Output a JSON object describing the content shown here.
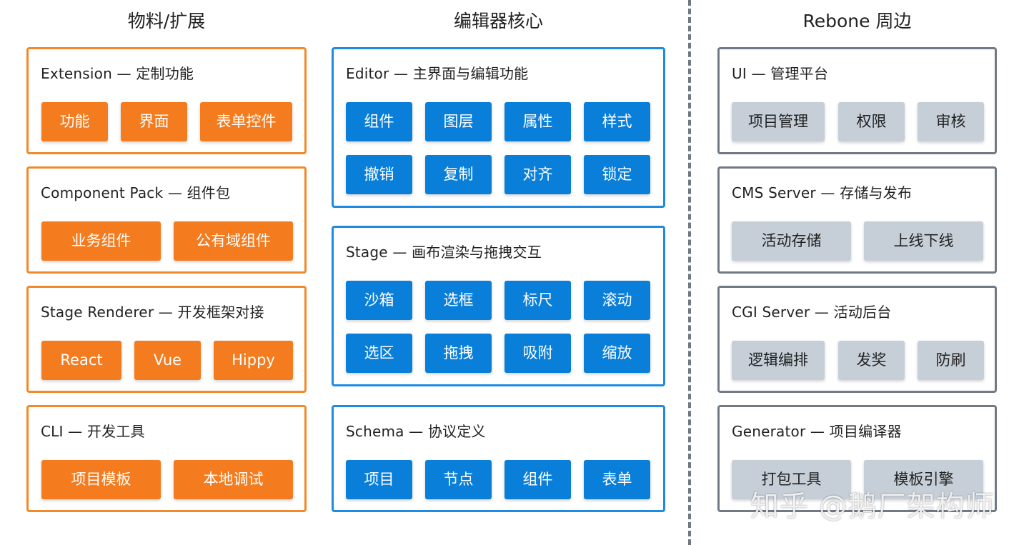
{
  "columns": [
    {
      "title": "物料/扩展"
    },
    {
      "title": "编辑器核心"
    },
    {
      "title": "Rebone 周边"
    }
  ],
  "materials": [
    {
      "title": "Extension — 定制功能",
      "chips": [
        "功能",
        "界面",
        "表单控件"
      ]
    },
    {
      "title": "Component Pack — 组件包",
      "chips": [
        "业务组件",
        "公有域组件"
      ]
    },
    {
      "title": "Stage Renderer — 开发框架对接",
      "chips": [
        "React",
        "Vue",
        "Hippy"
      ]
    },
    {
      "title": "CLI — 开发工具",
      "chips": [
        "项目模板",
        "本地调试"
      ]
    }
  ],
  "core": [
    {
      "title": "Editor — 主界面与编辑功能",
      "chips": [
        "组件",
        "图层",
        "属性",
        "样式",
        "撤销",
        "复制",
        "对齐",
        "锁定"
      ]
    },
    {
      "title": "Stage — 画布渲染与拖拽交互",
      "chips": [
        "沙箱",
        "选框",
        "标尺",
        "滚动",
        "选区",
        "拖拽",
        "吸附",
        "缩放"
      ]
    },
    {
      "title": "Schema — 协议定义",
      "chips": [
        "项目",
        "节点",
        "组件",
        "表单"
      ]
    }
  ],
  "periphery": [
    {
      "title": "UI — 管理平台",
      "chips": [
        "项目管理",
        "权限",
        "审核"
      ]
    },
    {
      "title": "CMS Server — 存储与发布",
      "chips": [
        "活动存储",
        "上线下线"
      ]
    },
    {
      "title": "CGI Server — 活动后台",
      "chips": [
        "逻辑编排",
        "发奖",
        "防刷"
      ]
    },
    {
      "title": "Generator — 项目编译器",
      "chips": [
        "打包工具",
        "模板引擎"
      ]
    }
  ],
  "watermark": "知乎 @鹅厂架构师",
  "colors": {
    "orange": "#f47b1e",
    "blue": "#0a7fd9",
    "gray": "#c6cfd8",
    "divider": "#6f7a86"
  }
}
